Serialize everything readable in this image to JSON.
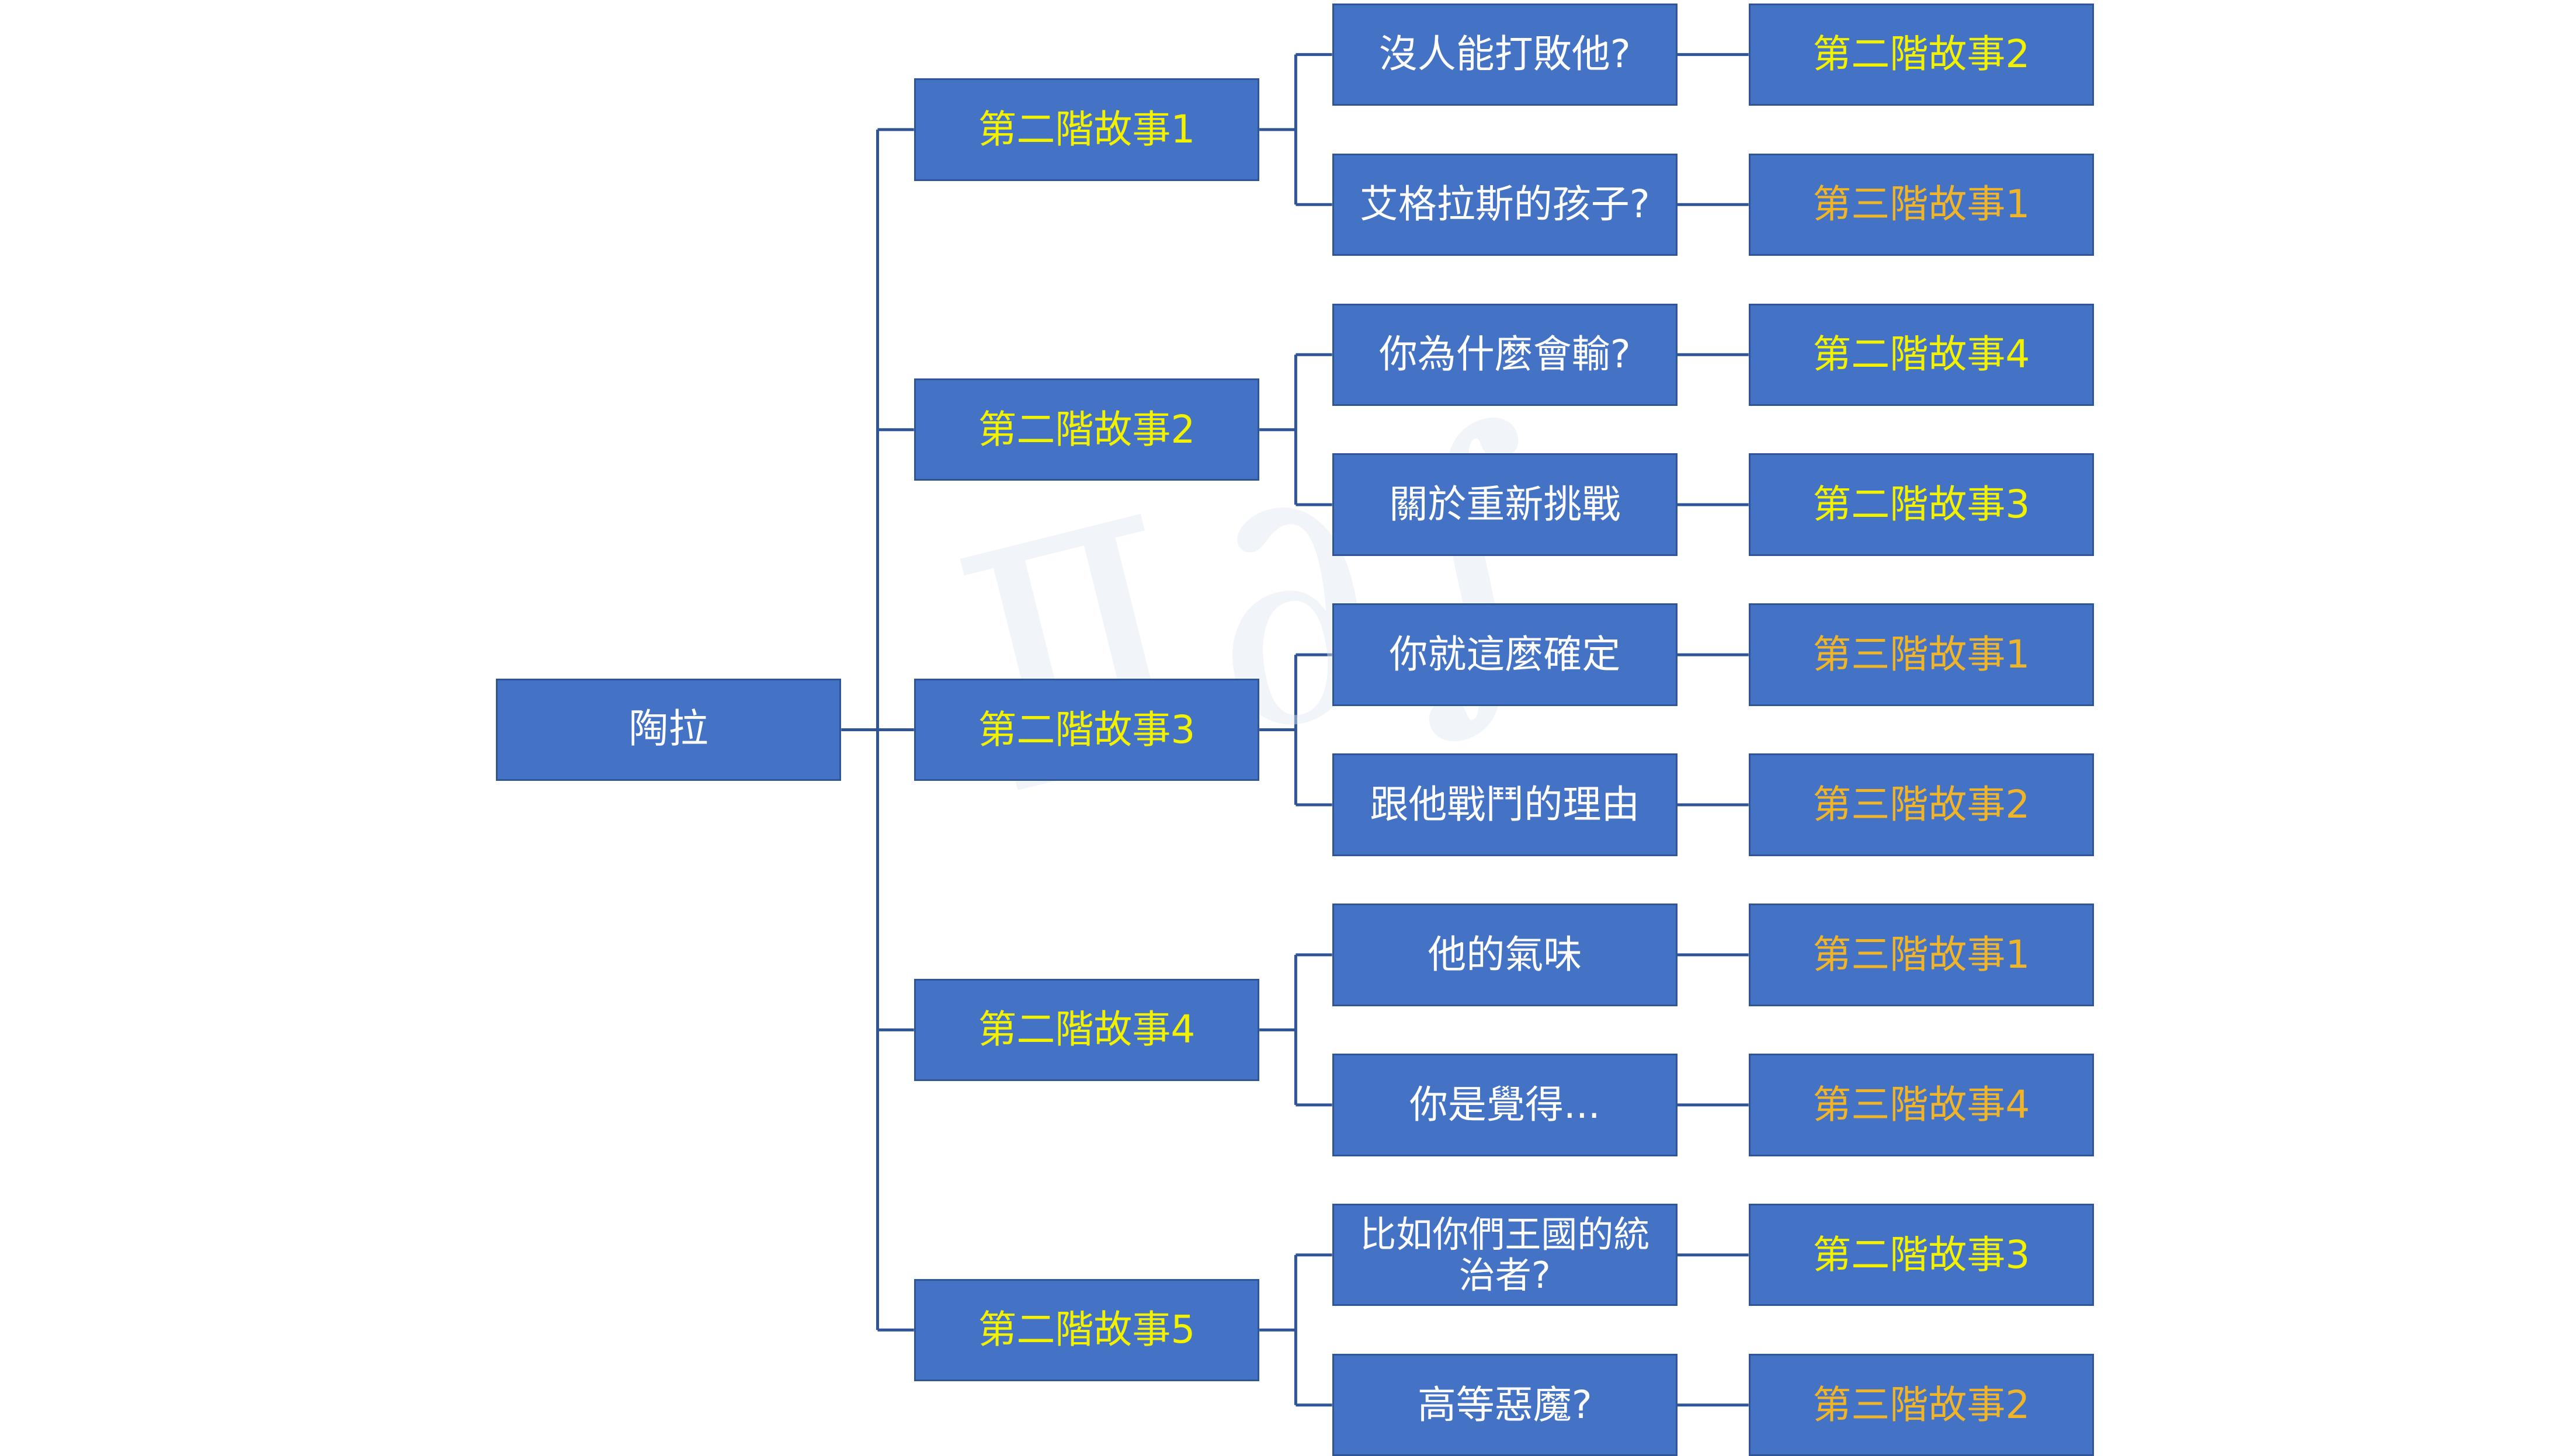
{
  "colors": {
    "box_fill": "#4472C4",
    "box_border": "#2F5597",
    "connector": "#2F5597",
    "root_text": "#FFFFFF",
    "level2_text": "#F2F200",
    "question_text": "#FFFFFF",
    "next_second_tier_text": "#F2F200",
    "next_third_tier_text": "#F0B429"
  },
  "root": {
    "label": "陶拉"
  },
  "branches": [
    {
      "label": "第二階故事1",
      "options": [
        {
          "question": "沒人能打敗他?",
          "next": "第二階故事2",
          "next_tier": "second"
        },
        {
          "question": "艾格拉斯的孩子?",
          "next": "第三階故事1",
          "next_tier": "third"
        }
      ]
    },
    {
      "label": "第二階故事2",
      "options": [
        {
          "question": "你為什麼會輸?",
          "next": "第二階故事4",
          "next_tier": "second"
        },
        {
          "question": "關於重新挑戰",
          "next": "第二階故事3",
          "next_tier": "second"
        }
      ]
    },
    {
      "label": "第二階故事3",
      "options": [
        {
          "question": "你就這麼確定",
          "next": "第三階故事1",
          "next_tier": "third"
        },
        {
          "question": "跟他戰鬥的理由",
          "next": "第三階故事2",
          "next_tier": "third"
        }
      ]
    },
    {
      "label": "第二階故事4",
      "options": [
        {
          "question": "他的氣味",
          "next": "第三階故事1",
          "next_tier": "third"
        },
        {
          "question": "你是覺得...",
          "next": "第三階故事4",
          "next_tier": "third"
        }
      ]
    },
    {
      "label": "第二階故事5",
      "options": [
        {
          "question": "比如你們王國的統治者?",
          "next": "第二階故事3",
          "next_tier": "second"
        },
        {
          "question": "高等惡魔?",
          "next": "第三階故事2",
          "next_tier": "third"
        }
      ]
    }
  ]
}
